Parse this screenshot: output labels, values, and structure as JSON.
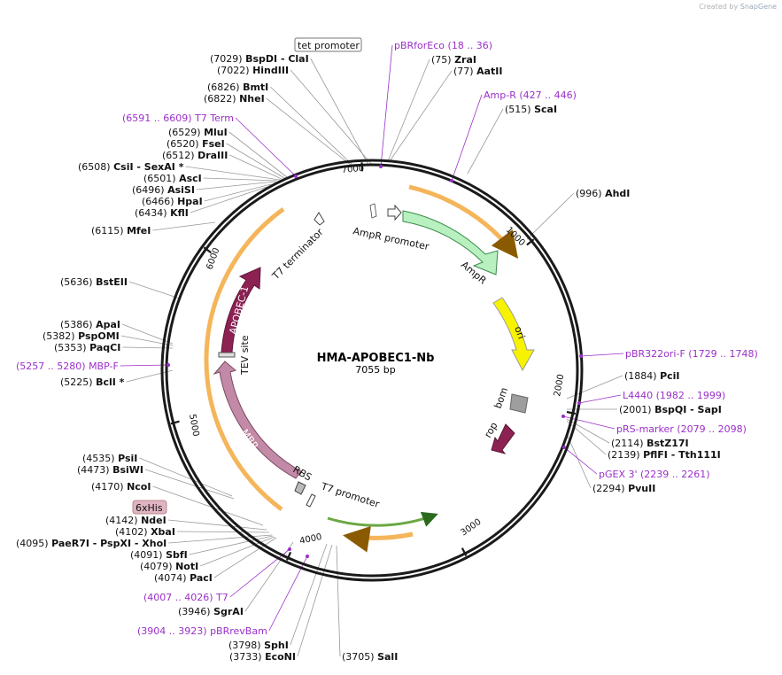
{
  "credit": {
    "prefix": "Created by",
    "brand": "SnapGene"
  },
  "plasmid": {
    "name": "HMA-APOBEC1-Nb",
    "length_label": "7055 bp"
  },
  "ticks": [
    "1000",
    "2000",
    "3000",
    "4000",
    "5000",
    "6000",
    "7000"
  ],
  "features": {
    "AmpR_promoter": "AmpR promoter",
    "AmpR": "AmpR",
    "ori": "ori",
    "bom": "bom",
    "rop": "rop",
    "T7_promoter": "T7 promoter",
    "RBS": "RBS",
    "MBP": "MBP",
    "TEV_site": "TEV site",
    "APOBEC1": "APOBEC-1",
    "T7_terminator": "T7 terminator"
  },
  "boxed_labels": {
    "tet_promoter": "tet promoter",
    "his_tag": "6xHis"
  },
  "colors": {
    "backbone": "#1a1a1a",
    "primer": "#9b2fc9",
    "orf_halo": "#f5b55a",
    "AmpR": "#b8f0c0",
    "ori": "#f7f200",
    "rop": "#8b2252",
    "APOBEC1": "#8b2252",
    "MBP": "#c28aa6",
    "bom": "#9e9e9e",
    "his_tag": "#e0b4c2"
  },
  "sites": [
    {
      "pos": "(7029)",
      "name": "BspDI",
      "extra": "ClaI"
    },
    {
      "pos": "(7022)",
      "name": "HindIII"
    },
    {
      "pos": "(6826)",
      "name": "BmtI"
    },
    {
      "pos": "(6822)",
      "name": "NheI"
    },
    {
      "pos": "(6529)",
      "name": "MluI"
    },
    {
      "pos": "(6520)",
      "name": "FseI"
    },
    {
      "pos": "(6512)",
      "name": "DraIII"
    },
    {
      "pos": "(6508)",
      "name": "CsiI",
      "extra": "SexAI *"
    },
    {
      "pos": "(6501)",
      "name": "AscI"
    },
    {
      "pos": "(6496)",
      "name": "AsiSI"
    },
    {
      "pos": "(6466)",
      "name": "HpaI"
    },
    {
      "pos": "(6434)",
      "name": "KflI"
    },
    {
      "pos": "(6115)",
      "name": "MfeI"
    },
    {
      "pos": "(5636)",
      "name": "BstEII"
    },
    {
      "pos": "(5386)",
      "name": "ApaI"
    },
    {
      "pos": "(5382)",
      "name": "PspOMI"
    },
    {
      "pos": "(5353)",
      "name": "PaqCI"
    },
    {
      "pos": "(5225)",
      "name": "BclI *"
    },
    {
      "pos": "(4535)",
      "name": "PsiI"
    },
    {
      "pos": "(4473)",
      "name": "BsiWI"
    },
    {
      "pos": "(4170)",
      "name": "NcoI"
    },
    {
      "pos": "(4142)",
      "name": "NdeI"
    },
    {
      "pos": "(4102)",
      "name": "XbaI"
    },
    {
      "pos": "(4095)",
      "name": "PaeR7I",
      "extra": "PspXI",
      "extra2": "XhoI"
    },
    {
      "pos": "(4091)",
      "name": "SbfI"
    },
    {
      "pos": "(4079)",
      "name": "NotI"
    },
    {
      "pos": "(4074)",
      "name": "PacI"
    },
    {
      "pos": "(3946)",
      "name": "SgrAI"
    },
    {
      "pos": "(3798)",
      "name": "SphI"
    },
    {
      "pos": "(3733)",
      "name": "EcoNI"
    },
    {
      "pos": "(3705)",
      "name": "SalI"
    },
    {
      "pos": "(2294)",
      "name": "PvuII"
    },
    {
      "pos": "(2139)",
      "name": "PflFI",
      "extra": "Tth111I"
    },
    {
      "pos": "(2114)",
      "name": "BstZ17I"
    },
    {
      "pos": "(2001)",
      "name": "BspQI",
      "extra": "SapI"
    },
    {
      "pos": "(1884)",
      "name": "PciI"
    },
    {
      "pos": "(996)",
      "name": "AhdI"
    },
    {
      "pos": "(515)",
      "name": "ScaI"
    },
    {
      "pos": "(77)",
      "name": "AatII"
    },
    {
      "pos": "(75)",
      "name": "ZraI"
    }
  ],
  "primers": [
    {
      "name": "pBRforEco",
      "range": "(18 .. 36)"
    },
    {
      "name": "Amp-R",
      "range": "(427 .. 446)"
    },
    {
      "name": "T7 Term",
      "range": "(6591 .. 6609)"
    },
    {
      "name": "MBP-F",
      "range": "(5257 .. 5280)"
    },
    {
      "name": "pBR322ori-F",
      "range": "(1729 .. 1748)"
    },
    {
      "name": "L4440",
      "range": "(1982 .. 1999)"
    },
    {
      "name": "pRS-marker",
      "range": "(2079 .. 2098)"
    },
    {
      "name": "pGEX 3'",
      "range": "(2239 .. 2261)"
    },
    {
      "name": "T7",
      "range": "(4007 .. 4026)"
    },
    {
      "name": "pBRrevBam",
      "range": "(3904 .. 3923)"
    }
  ]
}
